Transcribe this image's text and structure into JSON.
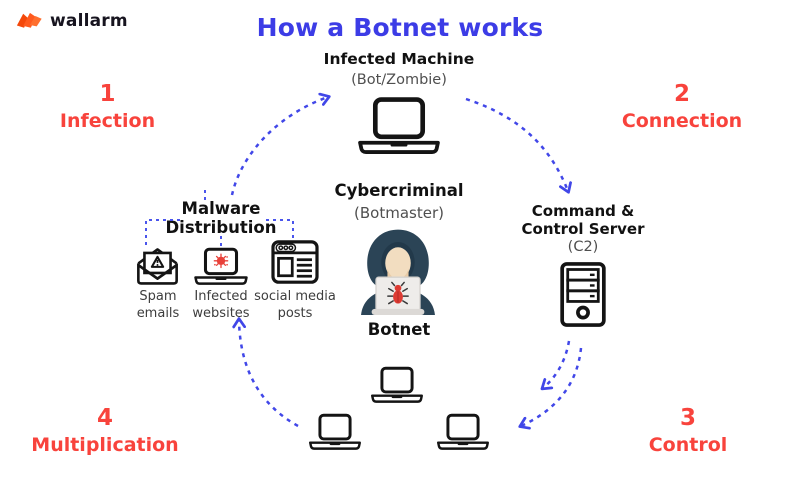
{
  "brand": {
    "name": "wallarm"
  },
  "header": {
    "title": "How a Botnet works"
  },
  "steps": [
    {
      "number": "1",
      "label": "Infection"
    },
    {
      "number": "2",
      "label": "Connection"
    },
    {
      "number": "3",
      "label": "Control"
    },
    {
      "number": "4",
      "label": "Multiplication"
    }
  ],
  "nodes": {
    "infected_machine": {
      "title": "Infected Machine",
      "subtitle": "(Bot/Zombie)",
      "icon": "laptop-icon"
    },
    "cybercriminal": {
      "title": "Cybercriminal",
      "subtitle": "(Botmaster)",
      "caption": "Botnet",
      "icon": "hooded-hacker-icon"
    },
    "c2_server": {
      "title_line1": "Command &",
      "title_line2": "Control Server",
      "subtitle": "(C2)",
      "icon": "server-tower-icon"
    },
    "malware_distribution": {
      "title_line1": "Malware",
      "title_line2": "Distribution",
      "channels": [
        {
          "label_line1": "Spam",
          "label_line2": "emails",
          "icon": "spam-email-icon"
        },
        {
          "label_line1": "Infected",
          "label_line2": "websites",
          "icon": "infected-website-icon"
        },
        {
          "label_line1": "social media",
          "label_line2": "posts",
          "icon": "social-media-post-icon"
        }
      ]
    },
    "bot_machines": {
      "icon": "laptop-icon",
      "count": 3
    }
  },
  "colors": {
    "title_blue": "#3c3ce6",
    "arrow_blue": "#4147e8",
    "accent_red": "#f8433c",
    "brand_orange": "#ff5a1e",
    "text_dark": "#1c1c1c",
    "text_gray": "#4f4f4f",
    "hood_teal": "#2b4456",
    "bug_red": "#dd3b33"
  }
}
